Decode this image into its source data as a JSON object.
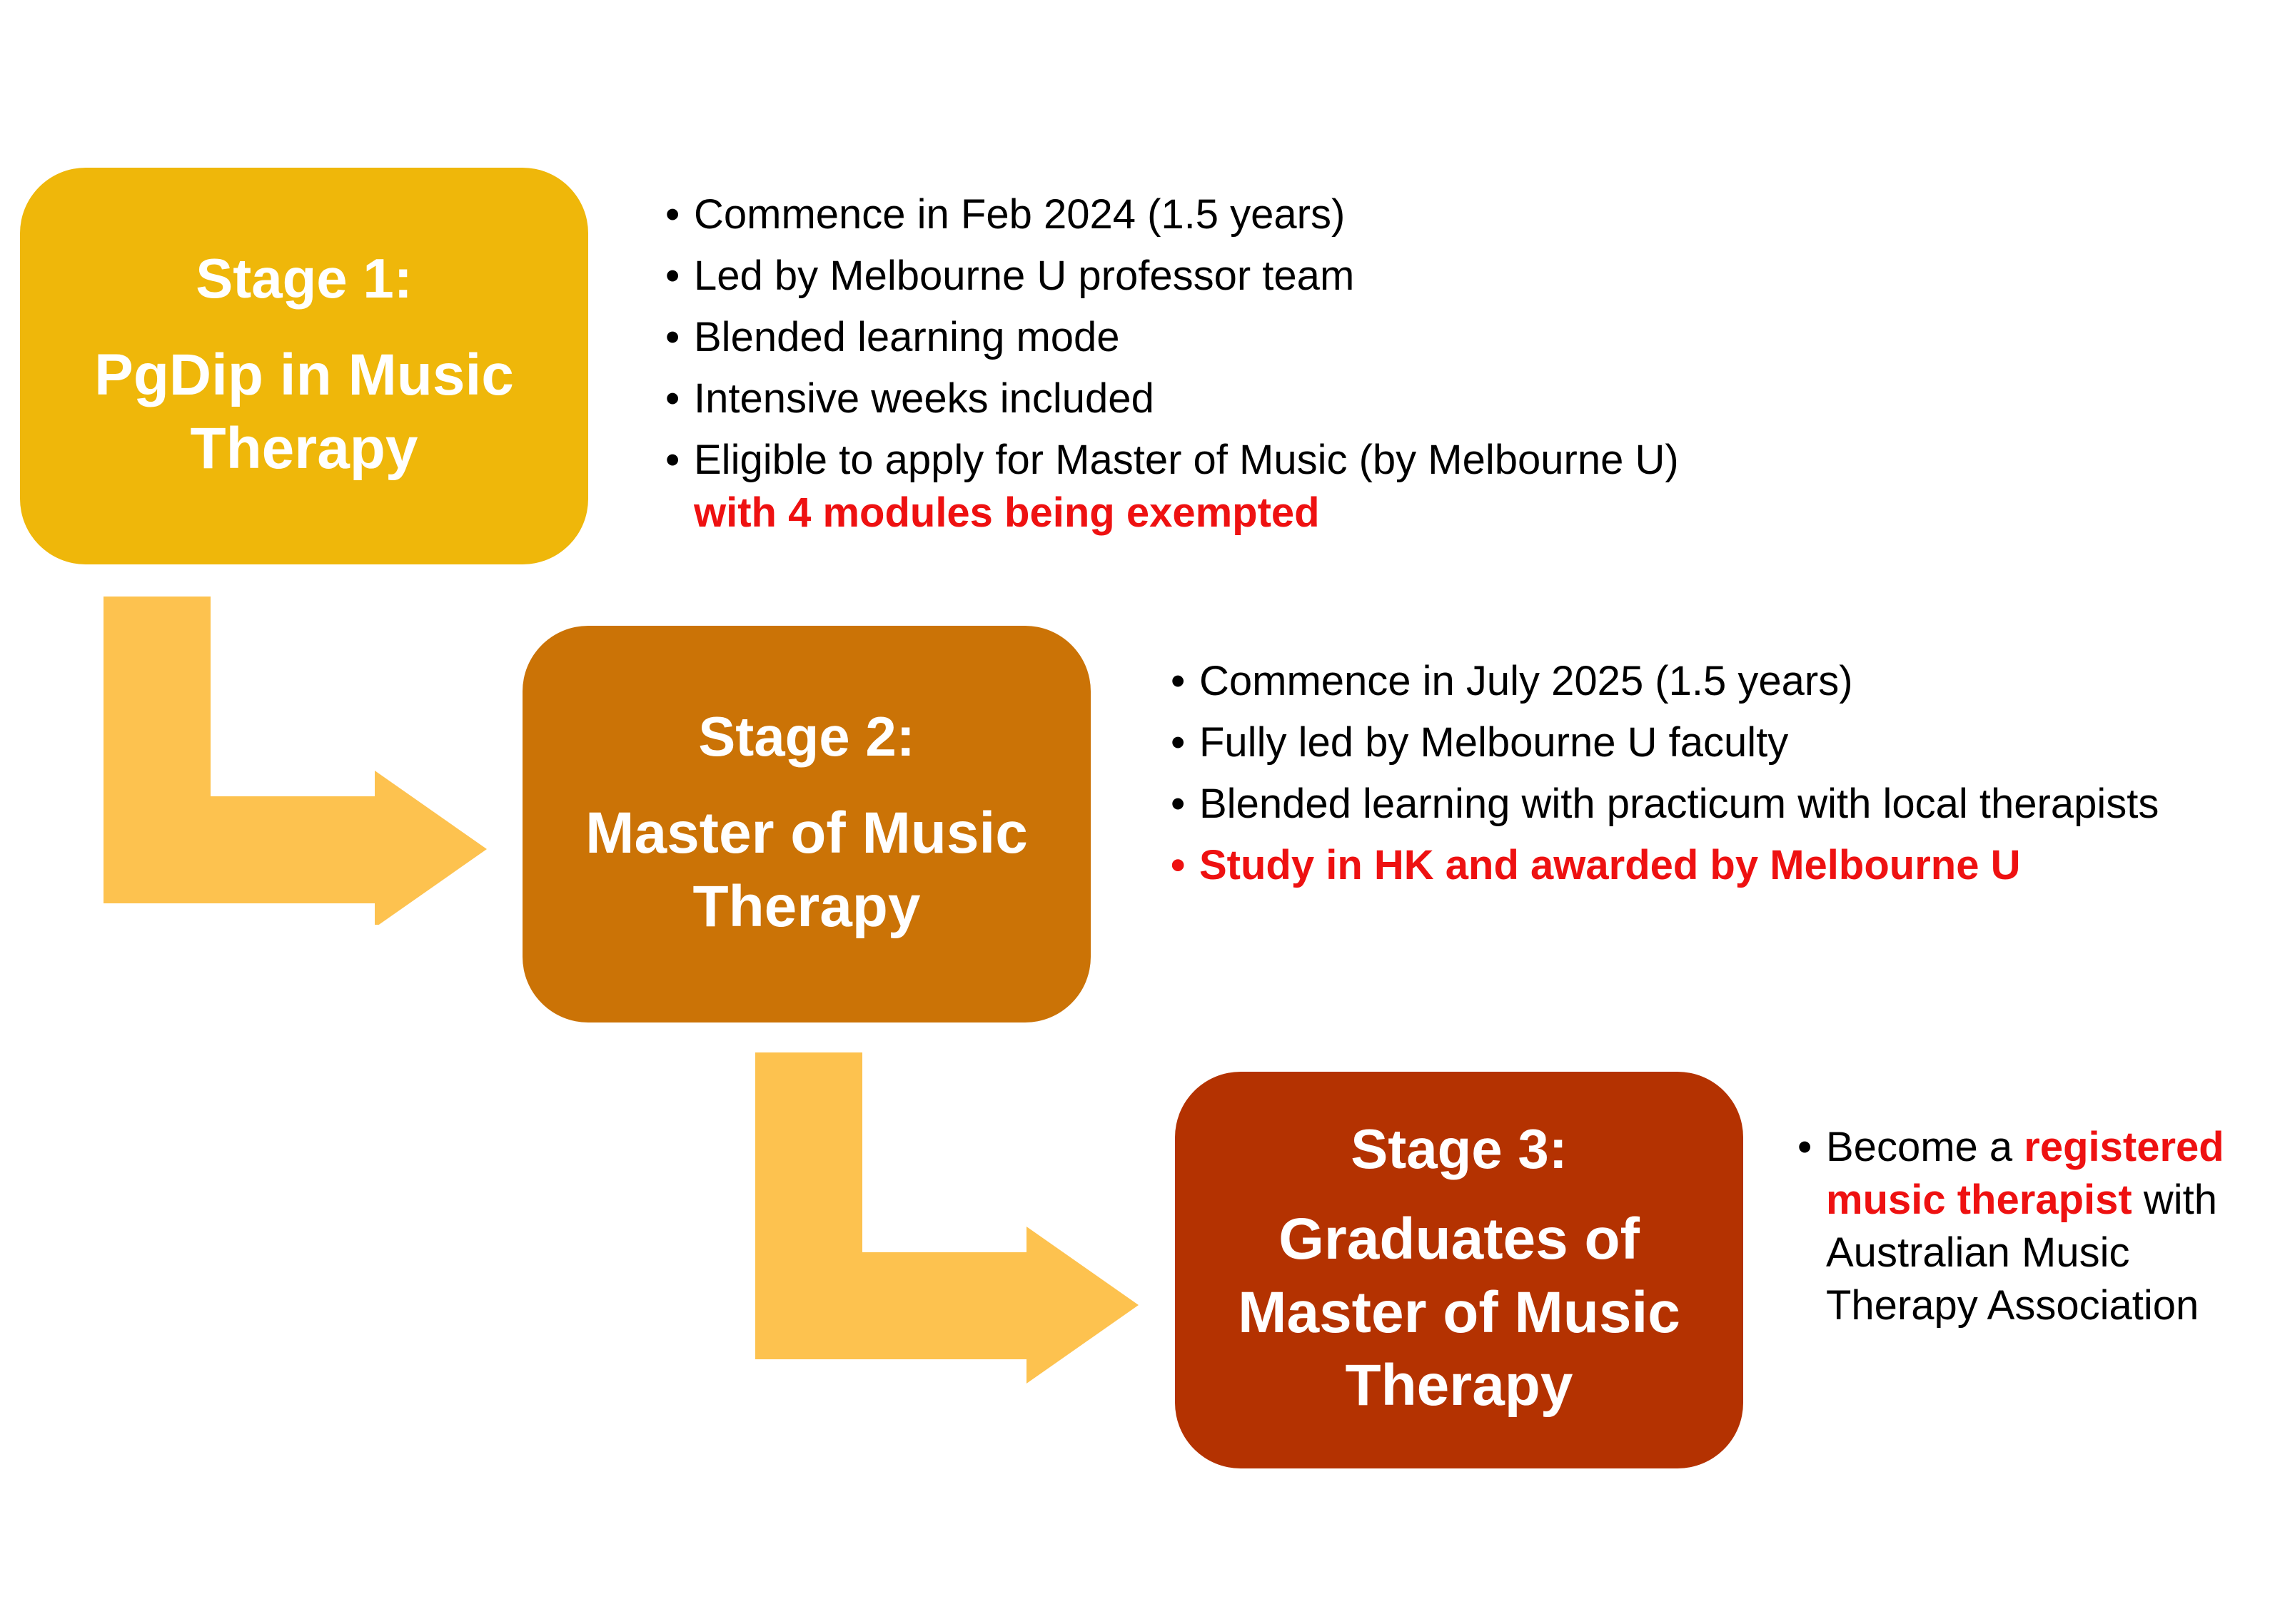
{
  "stages": [
    {
      "heading": "Stage 1:",
      "name": "PgDip in Music Therapy",
      "color": "#EFB70A",
      "bullets": [
        {
          "text": "Commence in Feb 2024 (1.5 years)"
        },
        {
          "text": "Led by Melbourne U professor team"
        },
        {
          "text": "Blended learning mode"
        },
        {
          "text": "Intensive weeks included"
        },
        {
          "text": "Eligible to apply for Master of Music (by Melbourne U)",
          "highlight": "with 4 modules being exempted"
        }
      ]
    },
    {
      "heading": "Stage 2:",
      "name": "Master of Music Therapy",
      "color": "#CB7306",
      "bullets": [
        {
          "text": "Commence in July 2025 (1.5 years)"
        },
        {
          "text": "Fully led by Melbourne U faculty"
        },
        {
          "text": "Blended learning with practicum with local therapists"
        },
        {
          "text": "Study in HK and awarded by Melbourne U",
          "emphasis": true
        }
      ]
    },
    {
      "heading": "Stage 3:",
      "name": "Graduates of Master of Music Therapy",
      "color": "#B43201",
      "bullets": [
        {
          "prefix": "Become a",
          "highlight": "registered music therapist",
          "suffix": "with Australian Music Therapy Association"
        }
      ]
    }
  ],
  "colors": {
    "arrow": "#FDC24F",
    "highlight": "#EE1111",
    "text": "#000000"
  },
  "bullet_glyph": "•"
}
